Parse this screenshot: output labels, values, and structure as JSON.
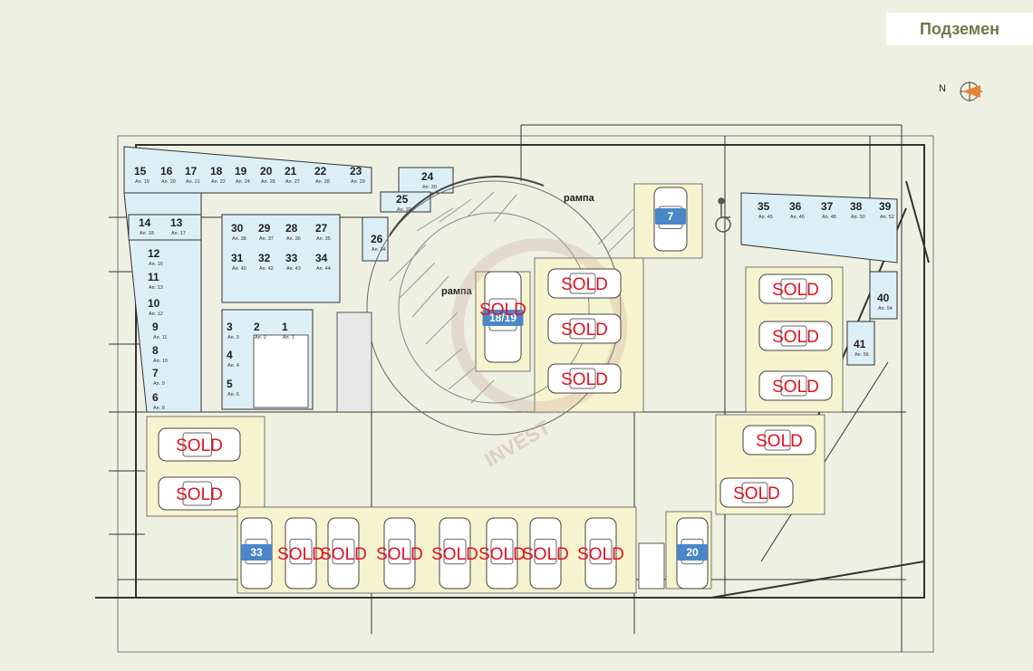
{
  "header": {
    "title": "Подземен"
  },
  "compass": {
    "label": "N",
    "icon": "compass-north-icon"
  },
  "colors": {
    "background": "#eef0e2",
    "storage": "#ddeff6",
    "parking": "#f6f3cf",
    "sold": "#e01020",
    "badge": "#4a86c8"
  },
  "ramps": [
    {
      "label": "рампа"
    },
    {
      "label": "рампа"
    }
  ],
  "watermark": {
    "text": "INVEST"
  },
  "storage_units": [
    {
      "id": "u15",
      "num": "15",
      "apt": "Ап. 19"
    },
    {
      "id": "u16",
      "num": "16",
      "apt": "Ап. 20"
    },
    {
      "id": "u17",
      "num": "17",
      "apt": "Ап. 21"
    },
    {
      "id": "u18",
      "num": "18",
      "apt": "Ап. 22"
    },
    {
      "id": "u19",
      "num": "19",
      "apt": "Ап. 24"
    },
    {
      "id": "u20",
      "num": "20",
      "apt": "Ап. 26"
    },
    {
      "id": "u21",
      "num": "21",
      "apt": "Ап. 27"
    },
    {
      "id": "u22",
      "num": "22",
      "apt": "Ап. 28"
    },
    {
      "id": "u23",
      "num": "23",
      "apt": "Ап. 29"
    },
    {
      "id": "u24",
      "num": "24",
      "apt": "Ап. 30"
    },
    {
      "id": "u25",
      "num": "25",
      "apt": "Ап. 32"
    },
    {
      "id": "u14",
      "num": "14",
      "apt": "Ап. 18"
    },
    {
      "id": "u13",
      "num": "13",
      "apt": "Ап. 17"
    },
    {
      "id": "u12",
      "num": "12",
      "apt": "Ап. 16"
    },
    {
      "id": "u11",
      "num": "11",
      "apt": "Ап. 13"
    },
    {
      "id": "u10",
      "num": "10",
      "apt": "Ап. 12"
    },
    {
      "id": "u9",
      "num": "9",
      "apt": "Ап. 11"
    },
    {
      "id": "u8",
      "num": "8",
      "apt": "Ап. 10"
    },
    {
      "id": "u7",
      "num": "7",
      "apt": "Ап. 9"
    },
    {
      "id": "u6",
      "num": "6",
      "apt": "Ап. 8"
    },
    {
      "id": "u30",
      "num": "30",
      "apt": "Ап. 38"
    },
    {
      "id": "u29",
      "num": "29",
      "apt": "Ап. 37"
    },
    {
      "id": "u28",
      "num": "28",
      "apt": "Ап. 36"
    },
    {
      "id": "u27",
      "num": "27",
      "apt": "Ап. 35"
    },
    {
      "id": "u31",
      "num": "31",
      "apt": "Ап. 40"
    },
    {
      "id": "u32",
      "num": "32",
      "apt": "Ап. 42"
    },
    {
      "id": "u33",
      "num": "33",
      "apt": "Ап. 43"
    },
    {
      "id": "u34",
      "num": "34",
      "apt": "Ап. 44"
    },
    {
      "id": "u26",
      "num": "26",
      "apt": "Ап. 34"
    },
    {
      "id": "u3",
      "num": "3",
      "apt": "Ап. 3"
    },
    {
      "id": "u2",
      "num": "2",
      "apt": "Ап. 2"
    },
    {
      "id": "u1",
      "num": "1",
      "apt": "Ап. 1"
    },
    {
      "id": "u4",
      "num": "4",
      "apt": "Ап. 4"
    },
    {
      "id": "u5",
      "num": "5",
      "apt": "Ап. 6"
    },
    {
      "id": "u35",
      "num": "35",
      "apt": "Ап. 45"
    },
    {
      "id": "u36",
      "num": "36",
      "apt": "Ап. 46"
    },
    {
      "id": "u37",
      "num": "37",
      "apt": "Ап. 48"
    },
    {
      "id": "u38",
      "num": "38",
      "apt": "Ап. 50"
    },
    {
      "id": "u39",
      "num": "39",
      "apt": "Ап. 52"
    },
    {
      "id": "u40",
      "num": "40",
      "apt": "Ап. 54"
    },
    {
      "id": "u41",
      "num": "41",
      "apt": "Ап. 56"
    }
  ],
  "parking_spots": [
    {
      "id": "p7",
      "num": "7",
      "sold": false
    },
    {
      "id": "p18",
      "num": "18/19",
      "sold": true
    },
    {
      "id": "pc1",
      "num": "",
      "sold": true
    },
    {
      "id": "pc2",
      "num": "",
      "sold": true
    },
    {
      "id": "pc3",
      "num": "",
      "sold": true
    },
    {
      "id": "pr1",
      "num": "",
      "sold": true
    },
    {
      "id": "pr2",
      "num": "",
      "sold": true
    },
    {
      "id": "pr3",
      "num": "",
      "sold": true
    },
    {
      "id": "pr4",
      "num": "",
      "sold": true
    },
    {
      "id": "pr5",
      "num": "",
      "sold": true
    },
    {
      "id": "pl1",
      "num": "",
      "sold": true
    },
    {
      "id": "pl2",
      "num": "",
      "sold": true
    },
    {
      "id": "p33",
      "num": "33",
      "sold": false
    },
    {
      "id": "pb1",
      "num": "",
      "sold": true
    },
    {
      "id": "pb2",
      "num": "",
      "sold": true
    },
    {
      "id": "pb3",
      "num": "",
      "sold": true
    },
    {
      "id": "pb4",
      "num": "",
      "sold": true
    },
    {
      "id": "pb5",
      "num": "",
      "sold": true
    },
    {
      "id": "pb6",
      "num": "",
      "sold": true
    },
    {
      "id": "pb7",
      "num": "",
      "sold": true
    },
    {
      "id": "p20",
      "num": "20",
      "sold": false
    }
  ],
  "sold_label": "SOLD"
}
